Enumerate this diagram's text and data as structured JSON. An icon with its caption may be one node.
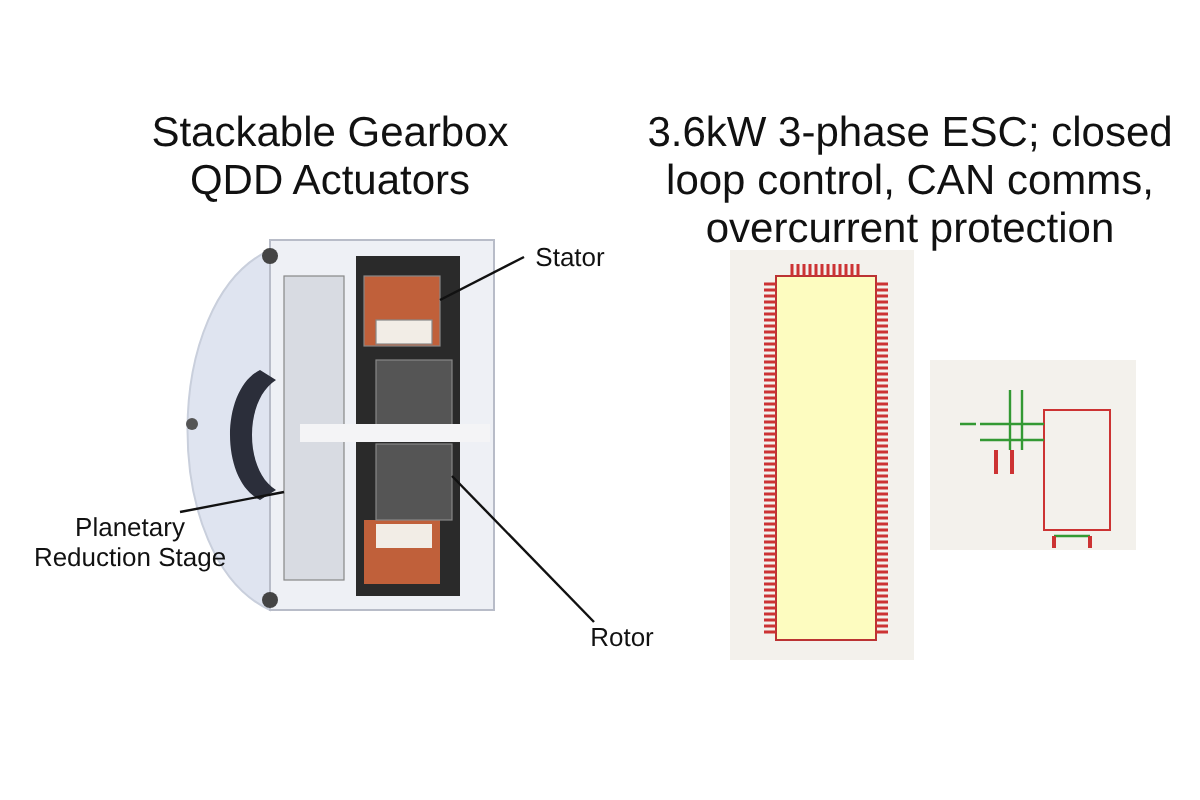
{
  "diagram": {
    "nodes": [
      {
        "text": [
          "Stator"
        ]
      },
      {
        "text": [
          "Planetary Reduction Stage"
        ]
      },
      {
        "text": [
          "Rotor"
        ]
      },
      {
        "text": [],
        "shape": "box"
      },
      {
        "text": [],
        "shape": "box"
      },
      {
        "text": [],
        "shape": "box"
      }
    ],
    "edges": [
      {
        "from": 0,
        "to": 4,
        "arrow": "none"
      },
      {
        "from": 1,
        "to": 3,
        "arrow": "none"
      },
      {
        "from": 2,
        "to": 5,
        "arrow": "none"
      }
    ],
    "labels": [
      "Stackable Gearbox QDD Actuators",
      "3.6kW 3-phase ESC; closed loop control, CAN comms, overcurrent protection"
    ]
  }
}
